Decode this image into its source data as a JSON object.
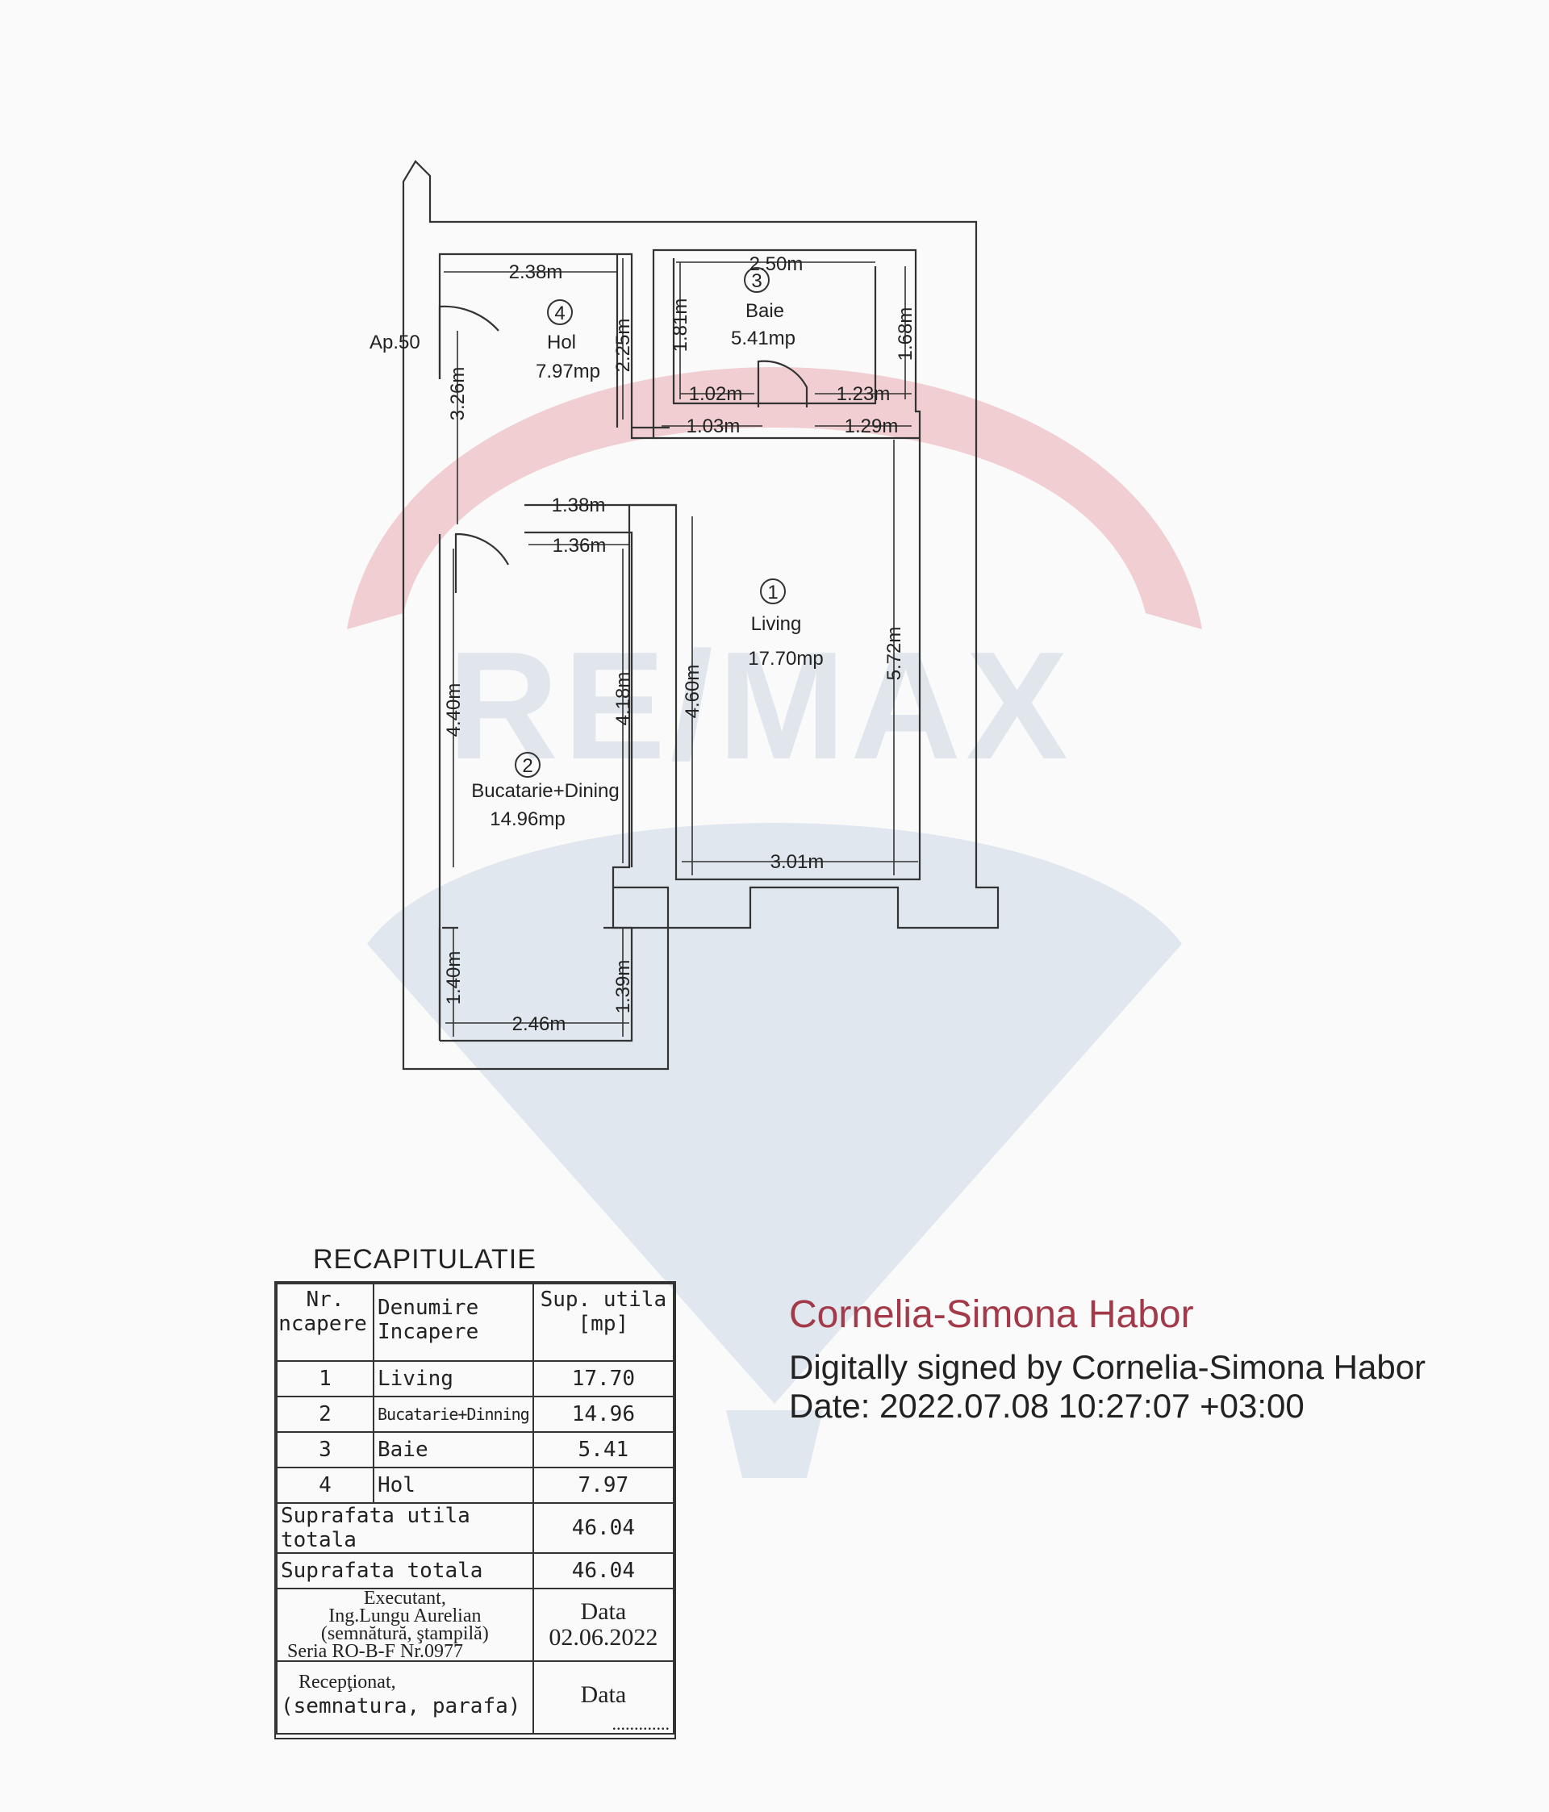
{
  "watermark": {
    "brand": "RE/MAX"
  },
  "plan": {
    "apartment_label": "Ap.50",
    "rooms": [
      {
        "number": "1",
        "name": "Living",
        "area": "17.70mp"
      },
      {
        "number": "2",
        "name": "Bucatarie+Dining",
        "area": "14.96mp"
      },
      {
        "number": "3",
        "name": "Baie",
        "area": "5.41mp"
      },
      {
        "number": "4",
        "name": "Hol",
        "area": "7.97mp"
      }
    ],
    "dimensions": {
      "hol_width": "2.38m",
      "hol_length": "2.25m",
      "hol_side": "3.26m",
      "baie_width": "2.50m",
      "baie_left": "1.81m",
      "baie_right": "1.68m",
      "baie_door_left": "1.02m",
      "baie_door_right": "1.23m",
      "hall_left": "1.03m",
      "hall_right": "1.29m",
      "kitchen_top_outer": "1.38m",
      "kitchen_top_inner": "1.36m",
      "kitchen_left": "4.40m",
      "kitchen_right": "4.18m",
      "living_left": "4.60m",
      "living_right": "5.72m",
      "living_bottom": "3.01m",
      "balcony_left": "1.40m",
      "balcony_right": "1.39m",
      "balcony_bottom": "2.46m"
    }
  },
  "recap": {
    "title": "RECAPITULATIE",
    "header": {
      "nr": "Nr.",
      "nr2": "ncapere",
      "name": "Denumire",
      "name2": "Incapere",
      "area": "Sup. utila",
      "area2": "[mp]"
    },
    "rows": [
      {
        "nr": "1",
        "name": "Living",
        "area": "17.70"
      },
      {
        "nr": "2",
        "name": "Bucatarie+Dinning",
        "area": "14.96"
      },
      {
        "nr": "3",
        "name": "Baie",
        "area": "5.41"
      },
      {
        "nr": "4",
        "name": "Hol",
        "area": "7.97"
      }
    ],
    "useful_total_label": "Suprafata utila totala",
    "useful_total": "46.04",
    "total_label": "Suprafata totala",
    "total": "46.04",
    "executant": [
      "Executant,",
      "Ing.Lungu Aurelian",
      "(semnătură, ştampilă)",
      "Seria RO-B-F Nr.0977"
    ],
    "date_label": "Data",
    "date": "02.06.2022",
    "received": "Recepţionat,",
    "received2": "(semnatura, parafa)",
    "received_date_label": "Data",
    "received_date": "............."
  },
  "signature": {
    "name": "Cornelia-Simona Habor",
    "line": "Digitally signed by Cornelia-Simona Habor",
    "date": "Date: 2022.07.08 10:27:07 +03:00"
  },
  "colors": {
    "watermark_red": "#e8aab0",
    "watermark_blue": "#c3d0e3",
    "signature_red": "#a33a4a"
  }
}
